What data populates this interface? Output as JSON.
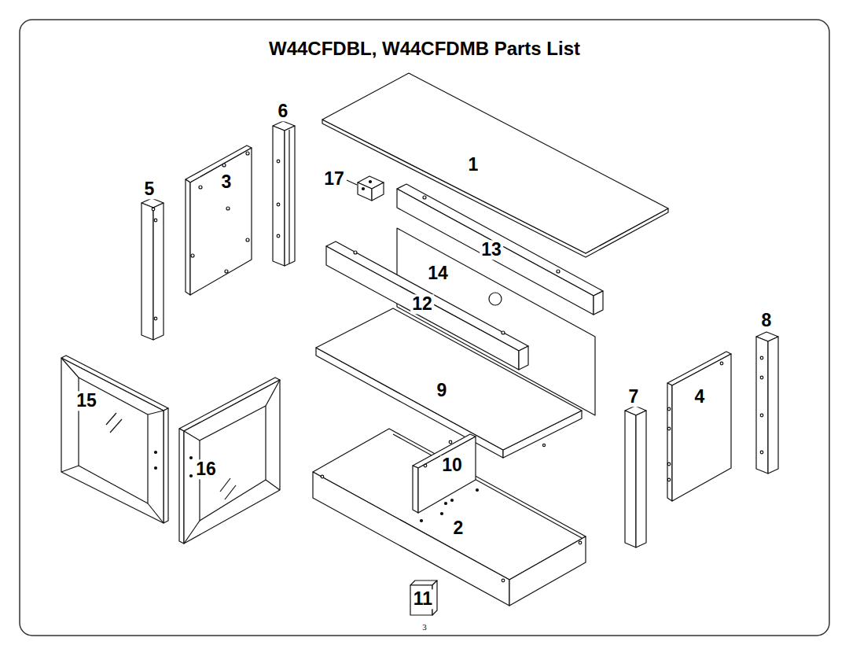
{
  "diagram": {
    "title": "W44CFDBL, W44CFDMB Parts List",
    "labels": [
      "6",
      "1",
      "17",
      "3",
      "5",
      "13",
      "14",
      "12",
      "8",
      "9",
      "7",
      "4",
      "15",
      "10",
      "16",
      "2",
      "11",
      "3"
    ]
  }
}
